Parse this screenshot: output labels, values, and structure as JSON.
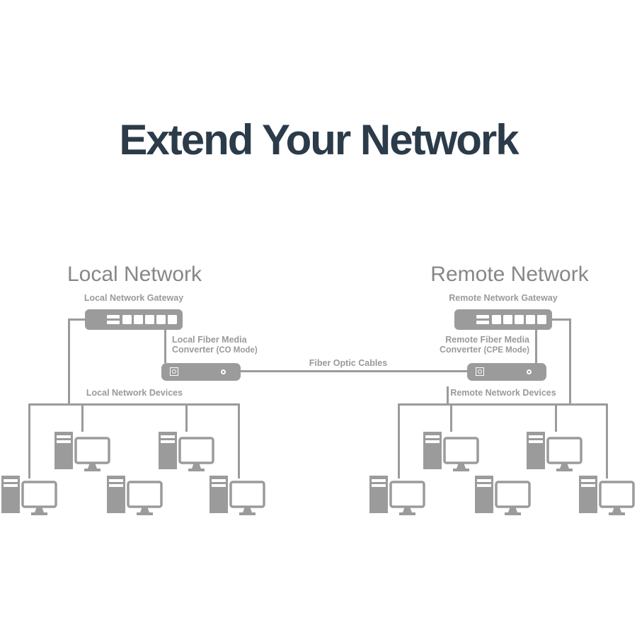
{
  "title": {
    "text": "Extend Your Network"
  },
  "colors": {
    "title_color": "#2b3b49",
    "heading_gray": "#878787",
    "label_gray": "#9a9a9a",
    "device_gray": "#9b9b9b",
    "line_gray": "#9b9b9b",
    "background": "#ffffff"
  },
  "local": {
    "heading": "Local Network",
    "gateway_label": "Local Network Gateway",
    "converter_line1": "Local Fiber Media",
    "converter_line2": "Converter",
    "converter_mode": "(CO Mode)",
    "devices_label": "Local Network Devices",
    "device_count": 5
  },
  "remote": {
    "heading": "Remote Network",
    "gateway_label": "Remote Network Gateway",
    "converter_line1": "Remote Fiber Media",
    "converter_line2": "Converter",
    "converter_mode": "(CPE Mode)",
    "devices_label": "Remote Network Devices",
    "device_count": 5
  },
  "connection": {
    "label": "Fiber Optic Cables"
  }
}
